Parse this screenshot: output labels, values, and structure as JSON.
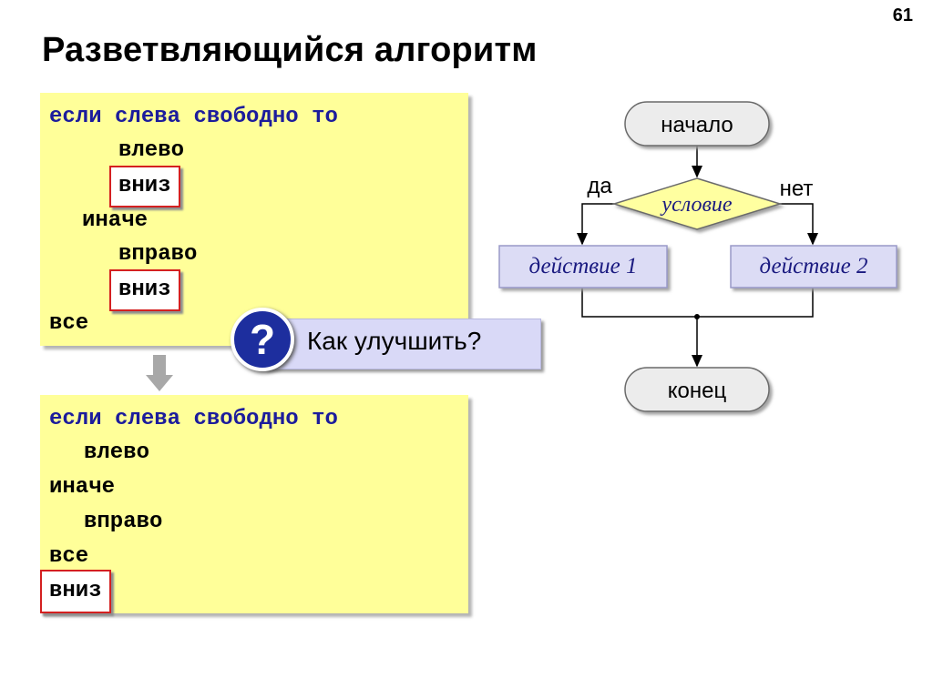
{
  "slide_number": "61",
  "title": "Разветвляющийся алгоритм",
  "code_block_1": {
    "lines": [
      [
        "если",
        "слева",
        "свободно",
        "то"
      ],
      "влево",
      "вниз",
      "иначе",
      "вправо",
      "вниз",
      "все"
    ]
  },
  "code_block_2": {
    "lines": [
      [
        "если",
        "слева",
        "свободно",
        "то"
      ],
      "влево",
      "иначе",
      "вправо",
      "все",
      "вниз"
    ]
  },
  "question": {
    "symbol": "?",
    "text": "Как улучшить?"
  },
  "flowchart": {
    "start": "начало",
    "condition": "условие",
    "yes": "да",
    "no": "нет",
    "action1": "действие 1",
    "action2": "действие 2",
    "end": "конец"
  },
  "colors": {
    "code_background": "#ffff99",
    "keyword": "#1c1c9c",
    "highlight_border": "#d42020",
    "question_circle": "#1d2e9e",
    "callout_background": "#d9d9f7",
    "diamond_fill": "#ffffa0",
    "action_fill": "#dcdcf5",
    "terminal_fill": "#ececec"
  }
}
